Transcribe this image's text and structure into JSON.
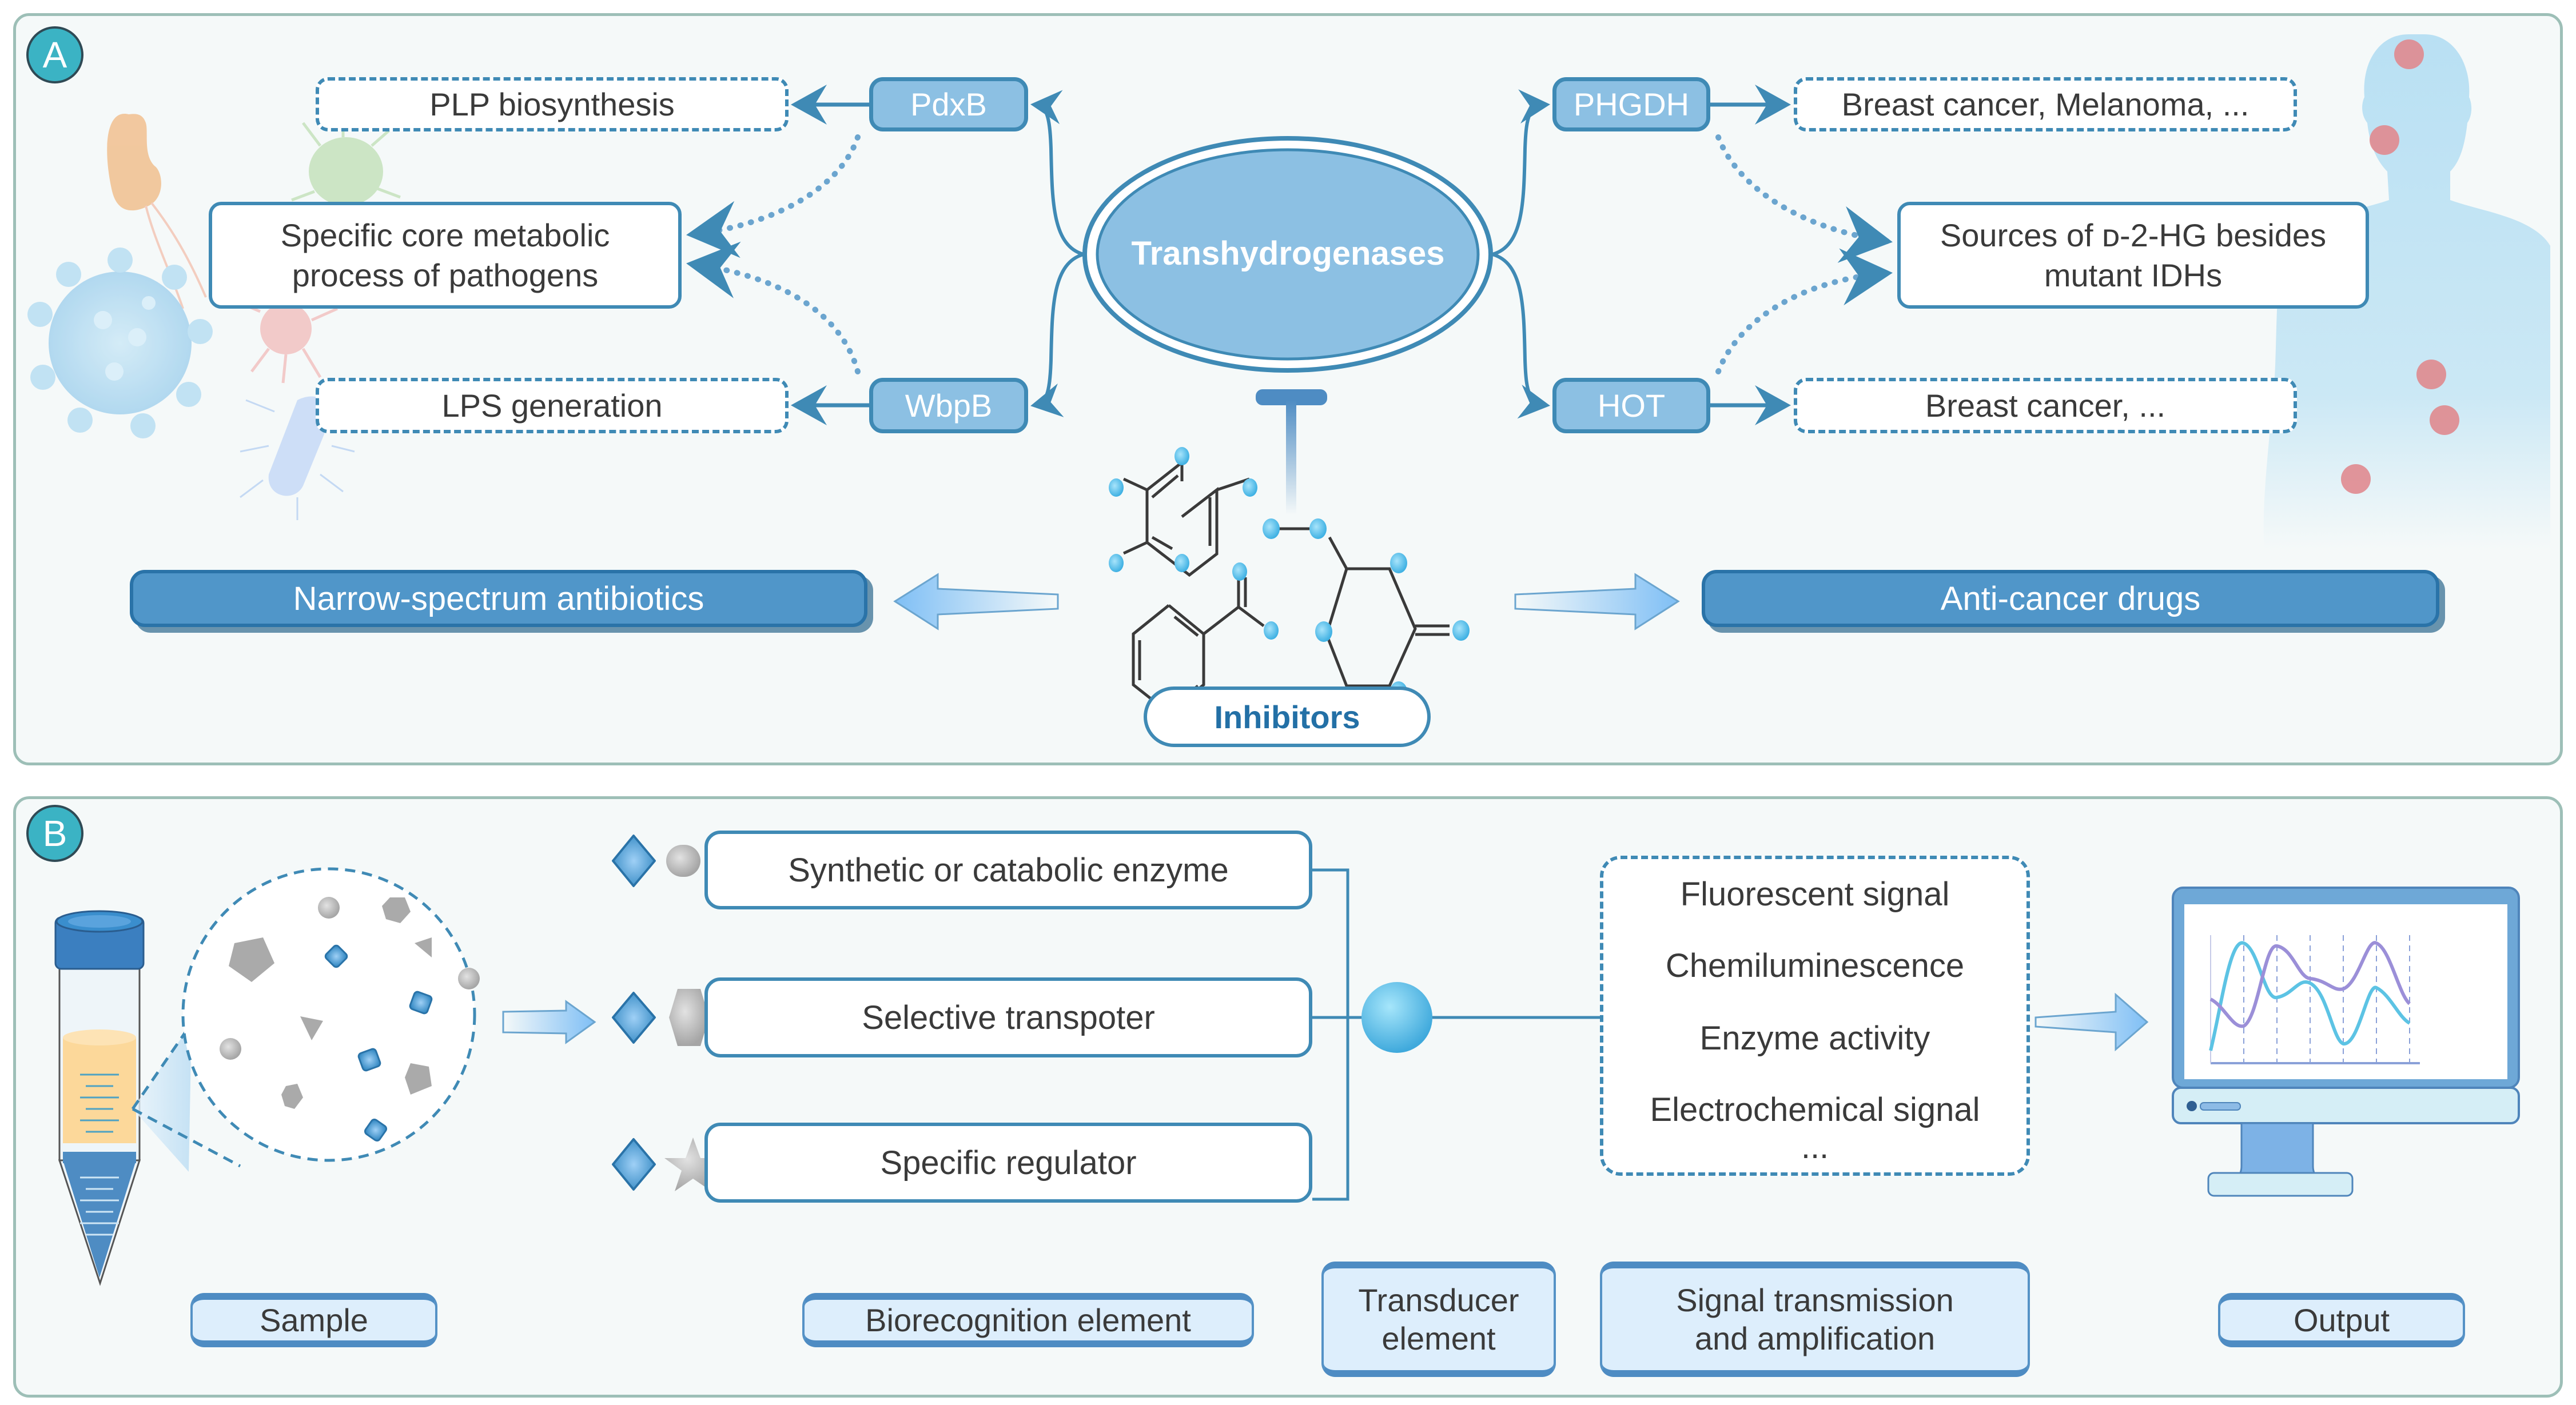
{
  "panelA": {
    "badge": "A",
    "center": "Transhydrogenases",
    "left_enzymes": [
      "PdxB",
      "WbpB"
    ],
    "right_enzymes": [
      "PHGDH",
      "HOT"
    ],
    "left_targets": {
      "top": "PLP biosynthesis",
      "middle_line1": "Specific core metabolic",
      "middle_line2": "process of pathogens",
      "bottom": "LPS generation"
    },
    "right_targets": {
      "top": "Breast cancer, Melanoma, ...",
      "middle_line1": "Sources of ᴅ-2-HG besides",
      "middle_line2": "mutant IDHs",
      "bottom": "Breast cancer, ..."
    },
    "outcome_left": "Narrow-spectrum antibiotics",
    "outcome_right": "Anti-cancer drugs",
    "inhibitors": "Inhibitors",
    "icons": {
      "pathogens": "pathogen-cluster-illustration",
      "human": "human-silhouette-with-tumors",
      "inhibitor": "inhibition-t-bar",
      "molecules": "chemical-structures"
    }
  },
  "panelB": {
    "badge": "B",
    "recognition_elements": [
      "Synthetic or catabolic enzyme",
      "Selective transpoter",
      "Specific regulator"
    ],
    "signals": [
      "Fluorescent signal",
      "Chemiluminescence",
      "Enzyme activity",
      "Electrochemical signal",
      "..."
    ],
    "stage_labels": {
      "sample": "Sample",
      "biorecognition": "Biorecognition element",
      "transducer_line1": "Transducer",
      "transducer_line2": "element",
      "signal_line1": "Signal transmission",
      "signal_line2": "and amplification",
      "output": "Output"
    }
  },
  "colors": {
    "panel_border": "#9dbfb7",
    "panel_bg": "#f5f9f9",
    "badge": "#3bb3c4",
    "line_blue": "#3f8ab5",
    "enzyme_fill": "#8cc0e3",
    "bar_fill": "#5096c9",
    "label_fill": "#ddeefc",
    "tumor": "#e08a8f",
    "series_cyan": "#5cc3e4",
    "series_purple": "#9b8fd8"
  }
}
